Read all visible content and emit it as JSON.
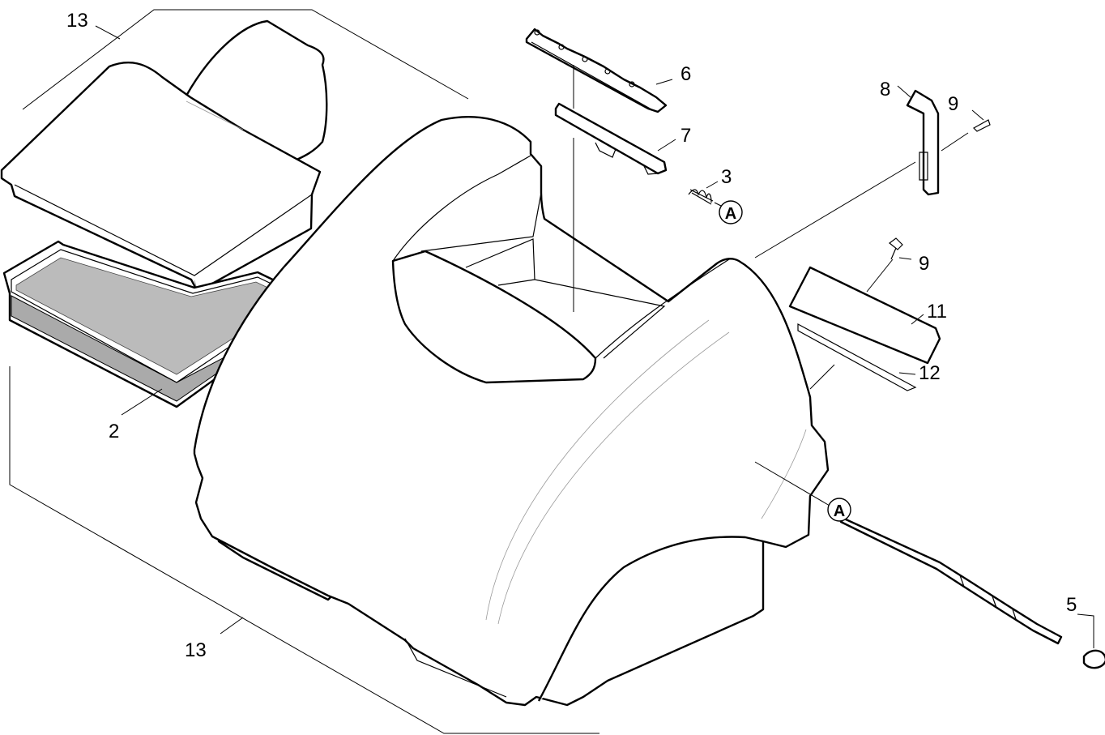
{
  "diagram": {
    "callouts": [
      {
        "id": "c13a",
        "text": "13"
      },
      {
        "id": "c2",
        "text": "2"
      },
      {
        "id": "c13b",
        "text": "13"
      },
      {
        "id": "c6",
        "text": "6"
      },
      {
        "id": "c7",
        "text": "7"
      },
      {
        "id": "c3",
        "text": "3"
      },
      {
        "id": "c8",
        "text": "8"
      },
      {
        "id": "c9a",
        "text": "9"
      },
      {
        "id": "c9b",
        "text": "9"
      },
      {
        "id": "c11",
        "text": "11"
      },
      {
        "id": "c12",
        "text": "12"
      },
      {
        "id": "c5",
        "text": "5"
      }
    ],
    "reference_markers": [
      {
        "id": "A1",
        "text": "A"
      },
      {
        "id": "A2",
        "text": "A"
      }
    ]
  }
}
